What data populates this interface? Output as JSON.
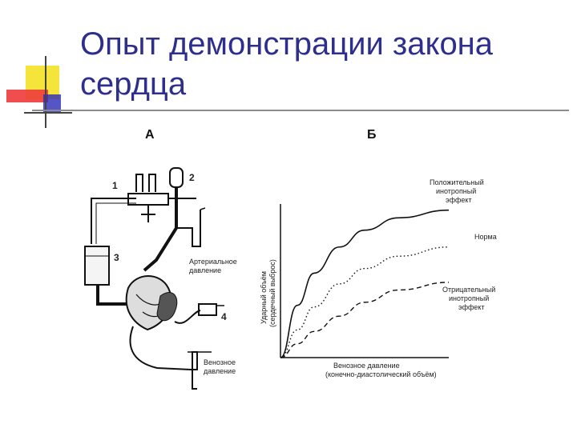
{
  "slide": {
    "title_line1": "Опыт демонстрации закона",
    "title_line2": "сердца"
  },
  "figure": {
    "panel_a": {
      "letter": "А",
      "markers": [
        "1",
        "2",
        "3",
        "4"
      ],
      "arterial_label_line1": "Артериальное",
      "arterial_label_line2": "давление",
      "venous_label_line1": "Венозное",
      "venous_label_line2": "давление"
    },
    "panel_b": {
      "letter": "Б",
      "y_label_line1": "Ударный объём",
      "y_label_line2": "(сердечный выброс)",
      "x_label_line1": "Венозное давление",
      "x_label_line2": "(конечно-диастолический объём)",
      "curve_positive_line1": "Положительный",
      "curve_positive_line2": "инотропный",
      "curve_positive_line3": "эффект",
      "curve_norm": "Норма",
      "curve_negative_line1": "Отрицательный",
      "curve_negative_line2": "инотропный",
      "curve_negative_line3": "эффект"
    }
  },
  "chart_data": {
    "type": "line",
    "title": "",
    "xlabel": "Венозное давление (конечно-диастолический объём)",
    "ylabel": "Ударный объём (сердечный выброс)",
    "x_ticks_shown": false,
    "y_ticks_shown": false,
    "grid": false,
    "series": [
      {
        "name": "Положительный инотропный эффект",
        "style": "solid",
        "x": [
          0,
          0.1,
          0.2,
          0.35,
          0.5,
          0.7,
          1.0
        ],
        "y": [
          0,
          0.34,
          0.55,
          0.72,
          0.83,
          0.91,
          0.96
        ]
      },
      {
        "name": "Норма",
        "style": "dotted",
        "x": [
          0,
          0.1,
          0.2,
          0.35,
          0.5,
          0.7,
          1.0
        ],
        "y": [
          0,
          0.18,
          0.33,
          0.48,
          0.58,
          0.66,
          0.72
        ]
      },
      {
        "name": "Отрицательный инотропный эффект",
        "style": "dashed",
        "x": [
          0,
          0.1,
          0.2,
          0.35,
          0.5,
          0.7,
          1.0
        ],
        "y": [
          0,
          0.09,
          0.17,
          0.27,
          0.36,
          0.44,
          0.49
        ]
      }
    ]
  },
  "colors": {
    "title": "#2e2e8c",
    "deco_yellow": "#f5e53a",
    "deco_red": "#ee3b3b",
    "deco_blue": "#2a2ab8",
    "rule": "#8c8c8c"
  }
}
